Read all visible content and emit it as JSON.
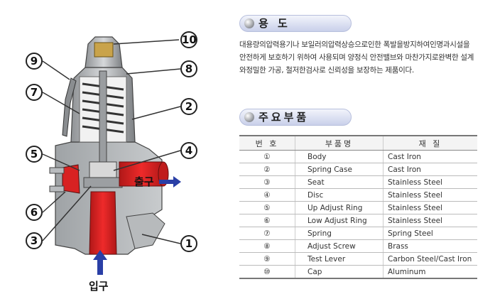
{
  "diagram": {
    "callouts": [
      "1",
      "2",
      "3",
      "4",
      "5",
      "6",
      "7",
      "8",
      "9",
      "10"
    ],
    "outlet_label": "출구",
    "inlet_label": "입구"
  },
  "usage": {
    "title": "용 도",
    "description": "대용량의압력용기나 보일러의압력상승으로인한 폭발을방지하여인명과시설을 안전하게 보호하기 위하여 사용되며 양정식 안전밸브와 마찬가지로완벽한 설계와정밀한 가공, 철저한검사로 신뢰성을 보장하는 제품이다."
  },
  "parts": {
    "title": "주요부품",
    "headers": [
      "번 호",
      "부품명",
      "재 질"
    ],
    "rows": [
      {
        "no": "①",
        "name": "Body",
        "material": "Cast Iron"
      },
      {
        "no": "②",
        "name": "Spring Case",
        "material": "Cast Iron"
      },
      {
        "no": "③",
        "name": "Seat",
        "material": "Stainless Steel"
      },
      {
        "no": "④",
        "name": "Disc",
        "material": "Stainless Steel"
      },
      {
        "no": "⑤",
        "name": "Up Adjust Ring",
        "material": "Stainless Steel"
      },
      {
        "no": "⑥",
        "name": "Low Adjust Ring",
        "material": "Stainless Steel"
      },
      {
        "no": "⑦",
        "name": "Spring",
        "material": "Spring Steel"
      },
      {
        "no": "⑧",
        "name": "Adjust Screw",
        "material": "Brass"
      },
      {
        "no": "⑨",
        "name": "Test Lever",
        "material": "Carbon Steel/Cast Iron"
      },
      {
        "no": "⑩",
        "name": "Cap",
        "material": "Aluminum"
      }
    ]
  }
}
